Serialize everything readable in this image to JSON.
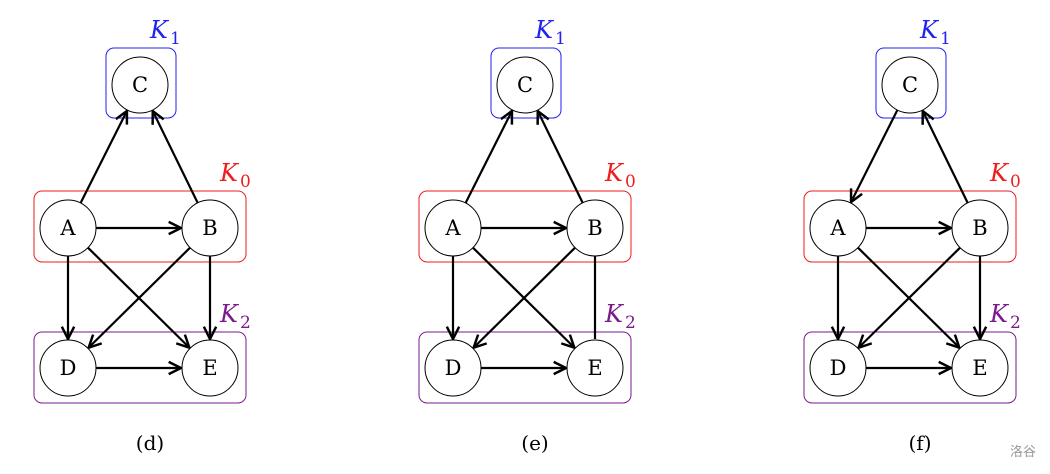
{
  "colors": {
    "K0": "#ee1c1c",
    "K1": "#2222ee",
    "K2": "#7a1a8c",
    "edge": "#000000"
  },
  "cluster_labels": {
    "K0": {
      "base": "K",
      "sub": "0"
    },
    "K1": {
      "base": "K",
      "sub": "1"
    },
    "K2": {
      "base": "K",
      "sub": "2"
    }
  },
  "nodes": [
    "A",
    "B",
    "C",
    "D",
    "E"
  ],
  "panels": [
    {
      "caption": "(d)",
      "edges": [
        {
          "from": "A",
          "to": "C",
          "directed": true
        },
        {
          "from": "B",
          "to": "C",
          "directed": true
        },
        {
          "from": "A",
          "to": "B",
          "directed": true
        },
        {
          "from": "A",
          "to": "D",
          "directed": true
        },
        {
          "from": "A",
          "to": "E",
          "directed": true
        },
        {
          "from": "B",
          "to": "D",
          "directed": true
        },
        {
          "from": "B",
          "to": "E",
          "directed": true
        },
        {
          "from": "D",
          "to": "E",
          "directed": true
        }
      ]
    },
    {
      "caption": "(e)",
      "edges": [
        {
          "from": "A",
          "to": "C",
          "directed": true
        },
        {
          "from": "B",
          "to": "C",
          "directed": true
        },
        {
          "from": "A",
          "to": "B",
          "directed": true
        },
        {
          "from": "A",
          "to": "D",
          "directed": true
        },
        {
          "from": "A",
          "to": "E",
          "directed": true
        },
        {
          "from": "B",
          "to": "D",
          "directed": true
        },
        {
          "from": "B",
          "to": "E",
          "directed": false
        },
        {
          "from": "D",
          "to": "E",
          "directed": true
        }
      ]
    },
    {
      "caption": "(f)",
      "edges": [
        {
          "from": "C",
          "to": "A",
          "directed": true
        },
        {
          "from": "B",
          "to": "C",
          "directed": true
        },
        {
          "from": "A",
          "to": "B",
          "directed": true
        },
        {
          "from": "A",
          "to": "D",
          "directed": true
        },
        {
          "from": "A",
          "to": "E",
          "directed": true
        },
        {
          "from": "B",
          "to": "D",
          "directed": true
        },
        {
          "from": "B",
          "to": "E",
          "directed": true
        },
        {
          "from": "D",
          "to": "E",
          "directed": true
        }
      ]
    }
  ],
  "watermark": "洛谷"
}
